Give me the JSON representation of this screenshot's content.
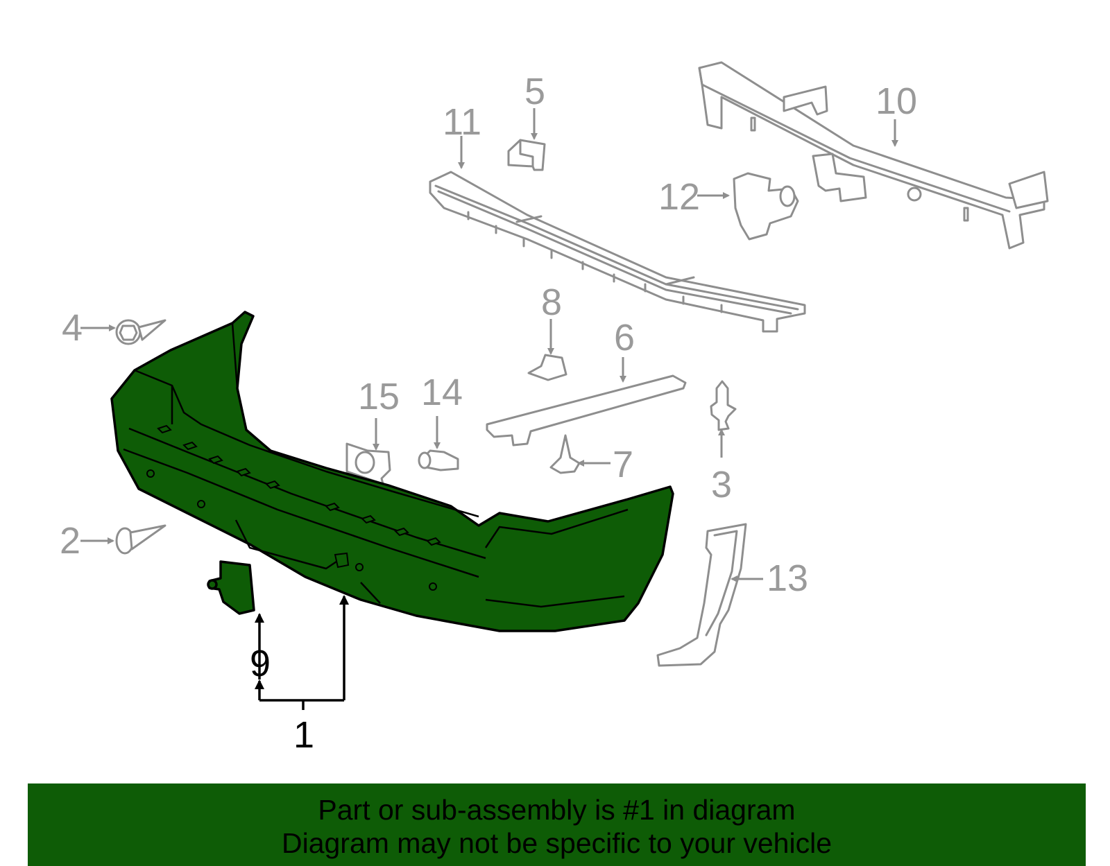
{
  "callouts": [
    {
      "id": "1",
      "label": "1",
      "highlighted": true
    },
    {
      "id": "2",
      "label": "2",
      "highlighted": false
    },
    {
      "id": "3",
      "label": "3",
      "highlighted": false
    },
    {
      "id": "4",
      "label": "4",
      "highlighted": false
    },
    {
      "id": "5",
      "label": "5",
      "highlighted": false
    },
    {
      "id": "6",
      "label": "6",
      "highlighted": false
    },
    {
      "id": "7",
      "label": "7",
      "highlighted": false
    },
    {
      "id": "8",
      "label": "8",
      "highlighted": false
    },
    {
      "id": "9",
      "label": "9",
      "highlighted": true
    },
    {
      "id": "10",
      "label": "10",
      "highlighted": false
    },
    {
      "id": "11",
      "label": "11",
      "highlighted": false
    },
    {
      "id": "12",
      "label": "12",
      "highlighted": false
    },
    {
      "id": "13",
      "label": "13",
      "highlighted": false
    },
    {
      "id": "14",
      "label": "14",
      "highlighted": false
    },
    {
      "id": "15",
      "label": "15",
      "highlighted": false
    }
  ],
  "banner": {
    "line1": "Part or sub-assembly is #1 in diagram",
    "line2": "Diagram may not be specific to your vehicle"
  },
  "colors": {
    "highlight": "#0e5c06",
    "line_art": "#8e8e8e",
    "callout_grey": "#9a9a9a",
    "callout_active": "#000000"
  }
}
